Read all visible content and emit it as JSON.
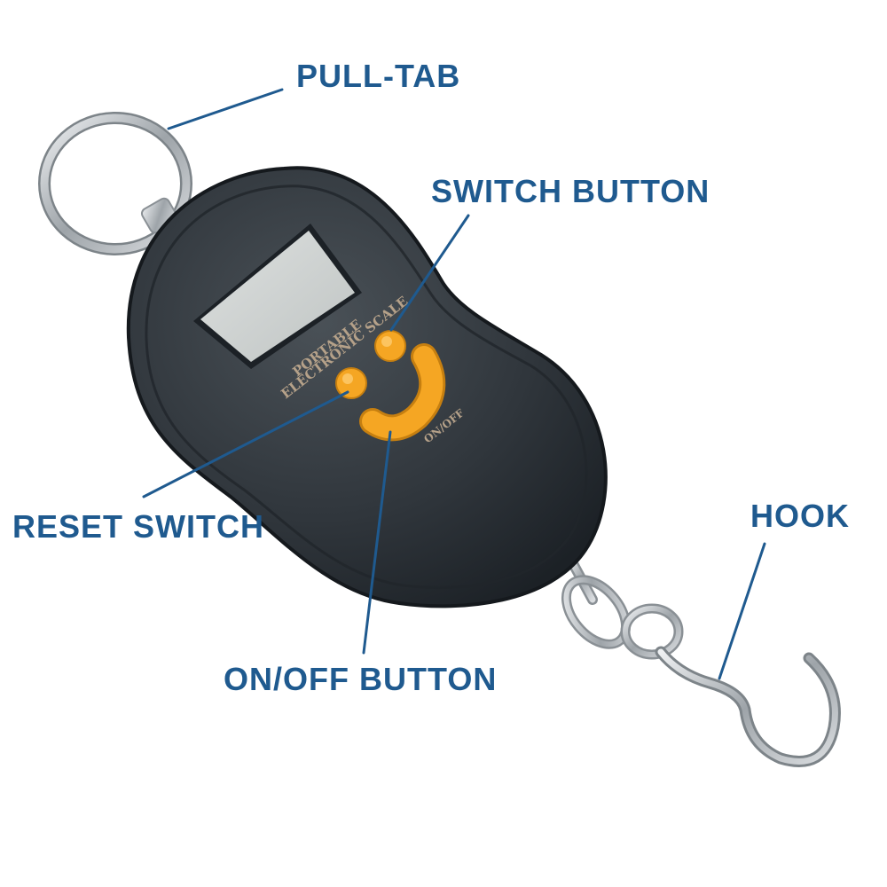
{
  "labels": {
    "pull_tab": "PULL-TAB",
    "switch_button": "SWITCH BUTTON",
    "reset_switch": "RESET SWITCH",
    "on_off_button": "ON/OFF BUTTON",
    "hook": "HOOK"
  },
  "device": {
    "brand_line1": "PORTABLE",
    "brand_line2": "ELECTRONIC SCALE",
    "on_off_text": "ON/OFF"
  },
  "colors": {
    "body": "#2f353b",
    "body_edge": "#1d2227",
    "display": "#cfd3d2",
    "buttons": "#f5a623",
    "metal": "#b9bec2",
    "callout_text": "#1f5a8f",
    "leader": "#1f5a8f",
    "device_text": "#b5a189"
  }
}
